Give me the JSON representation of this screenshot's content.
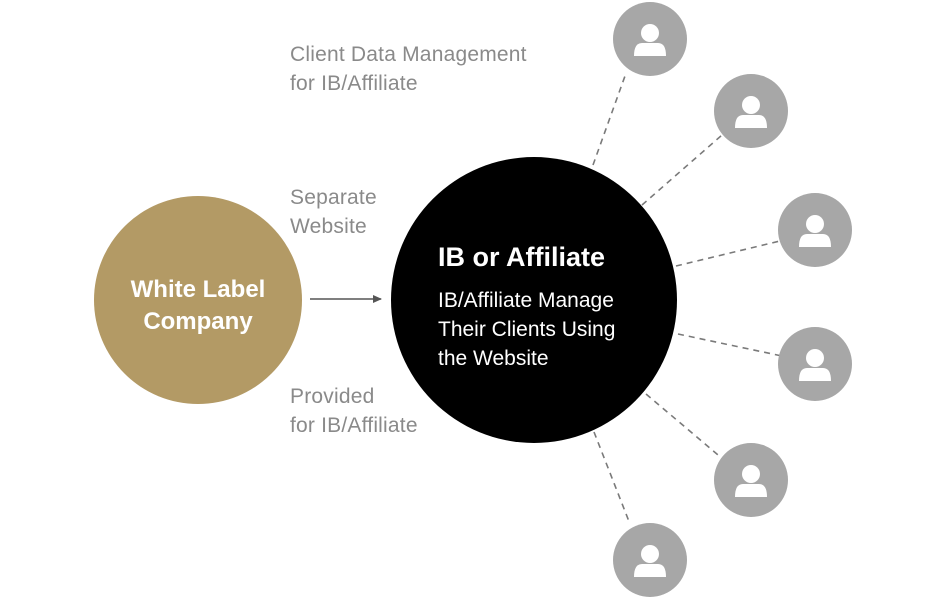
{
  "colors": {
    "white_label_fill": "#b39a65",
    "ib_fill": "#000000",
    "client_fill": "#a7a7a7",
    "label_text": "#8a8a8a",
    "connector": "#7a7a7a"
  },
  "labels": {
    "client_data": [
      "Client Data Management",
      "for IB/Affiliate"
    ],
    "separate": [
      "Separate",
      "Website"
    ],
    "provided": [
      "Provided",
      "for IB/Affiliate"
    ]
  },
  "white_label": {
    "lines": [
      "White Label",
      "Company"
    ]
  },
  "ib": {
    "title": "IB or Affiliate",
    "desc": [
      "IB/Affiliate Manage",
      "Their Clients Using",
      "the Website"
    ]
  },
  "clients": {
    "count": 6,
    "icon": "person-icon"
  }
}
